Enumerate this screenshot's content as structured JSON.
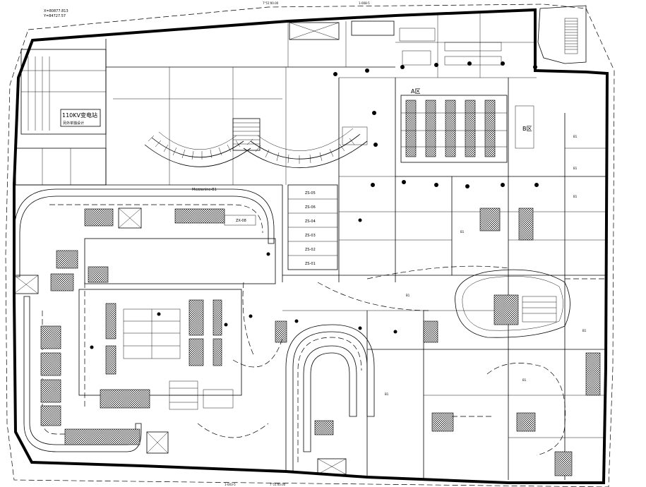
{
  "header": {
    "top_left_line1": "X=80877.813",
    "top_left_line2": "Y=84727.57",
    "top_edge_labels": [
      "7°51'00.00",
      "1-008-5"
    ],
    "bottom_edge_labels": [
      "1-003-5",
      "7°51'00.00"
    ]
  },
  "annotations": {
    "substation": "110KV变电站",
    "substation_sub": "另外单独设计",
    "atrium": "Mezzanine-B1",
    "zone_a": "A区",
    "zone_b": "B区"
  },
  "parking_bays": [
    "ZS-05",
    "ZS-06",
    "ZS-04",
    "ZS-03",
    "ZS-02",
    "ZS-01"
  ],
  "bay_left": "ZX-08",
  "room_labels": [
    "B1",
    "B1",
    "B1",
    "B1",
    "B1",
    "B1",
    "B1",
    "B1"
  ],
  "colors": {
    "ink": "#000000",
    "paper": "#ffffff"
  }
}
